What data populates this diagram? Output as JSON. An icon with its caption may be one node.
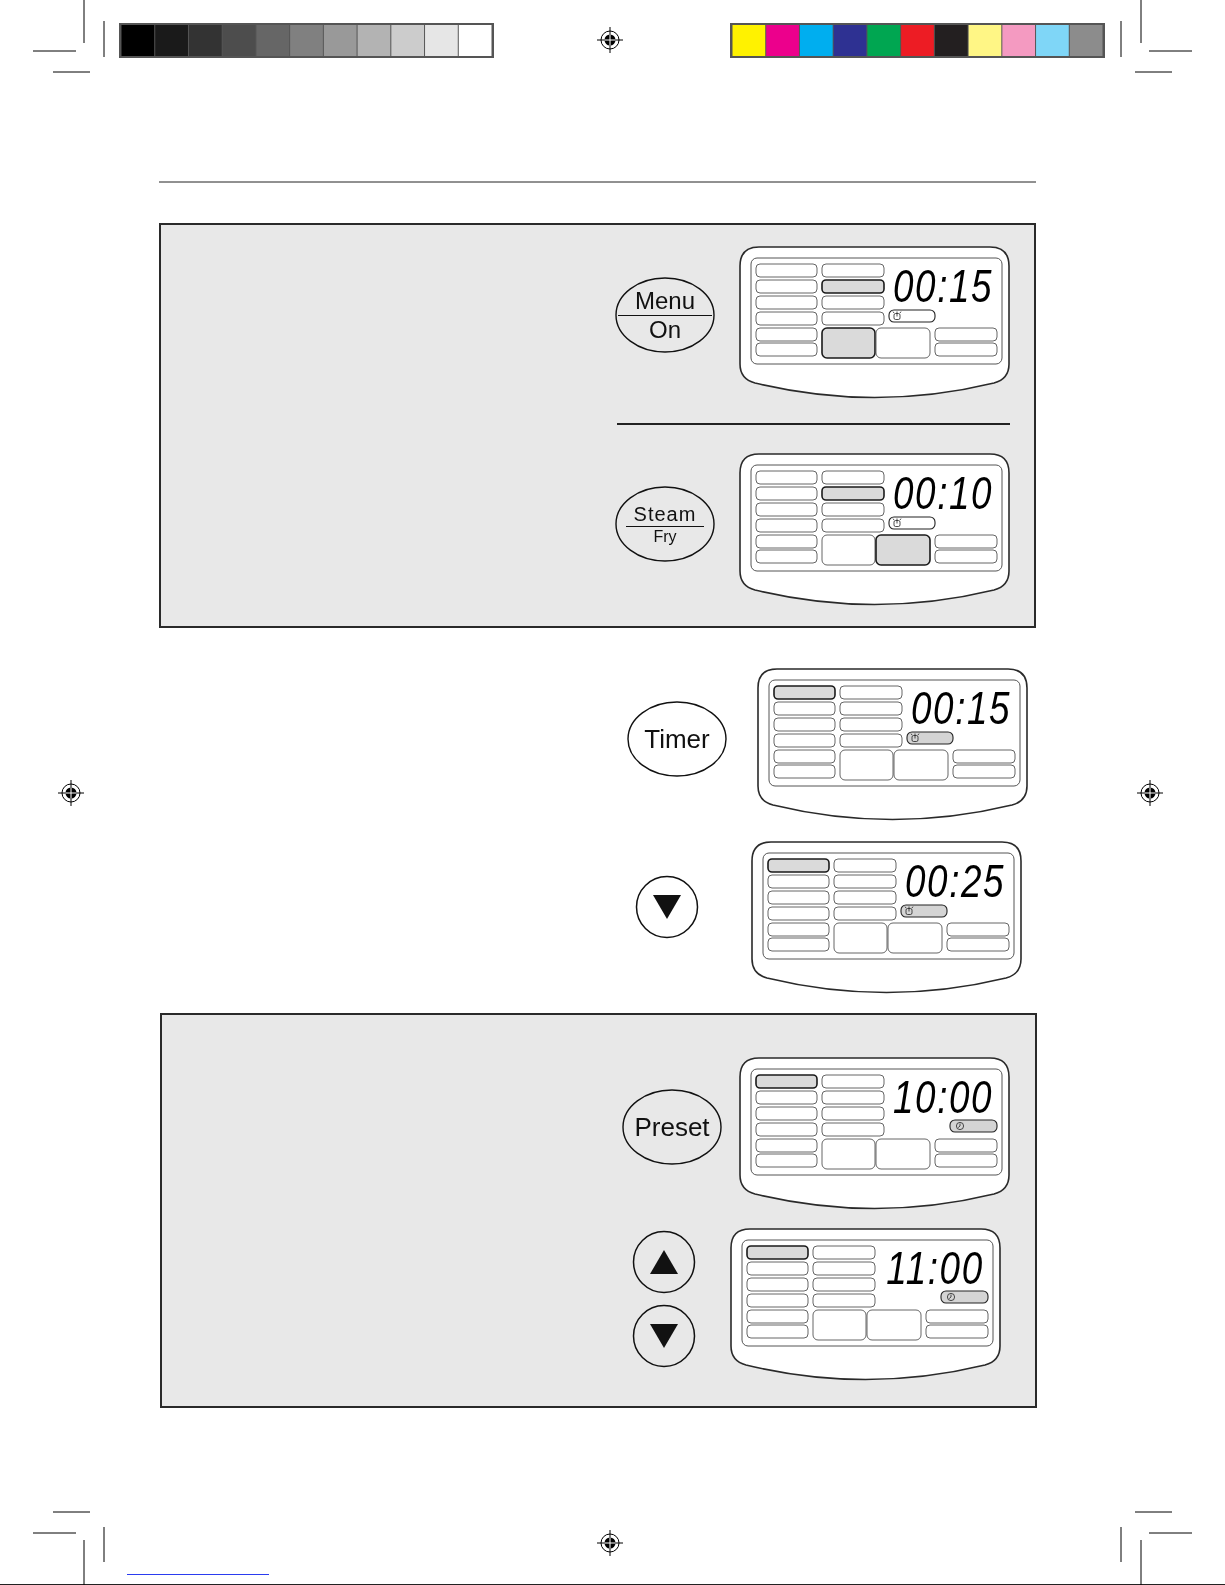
{
  "diagram": {
    "nodes": [
      {
        "text": [],
        "shape": "box"
      },
      {
        "text": [
          "Menu",
          "On"
        ],
        "in": 0
      },
      {
        "text": [
          "00:15"
        ],
        "in": 0
      },
      {
        "text": [
          "Steam",
          "Fry"
        ],
        "in": 0
      },
      {
        "text": [
          "00:10"
        ],
        "in": 0
      },
      {
        "text": [
          "Timer"
        ]
      },
      {
        "text": [
          "00:15"
        ]
      },
      {
        "text": [],
        "shape": "circle"
      },
      {
        "text": [
          "00:25"
        ]
      },
      {
        "text": [],
        "shape": "box"
      },
      {
        "text": [
          "Preset"
        ],
        "in": 9
      },
      {
        "text": [
          "10:00"
        ],
        "in": 9
      },
      {
        "text": [],
        "shape": "circle",
        "in": 9
      },
      {
        "text": [
          "11:00"
        ],
        "in": 9
      },
      {
        "text": [],
        "shape": "circle",
        "in": 9
      }
    ]
  }
}
